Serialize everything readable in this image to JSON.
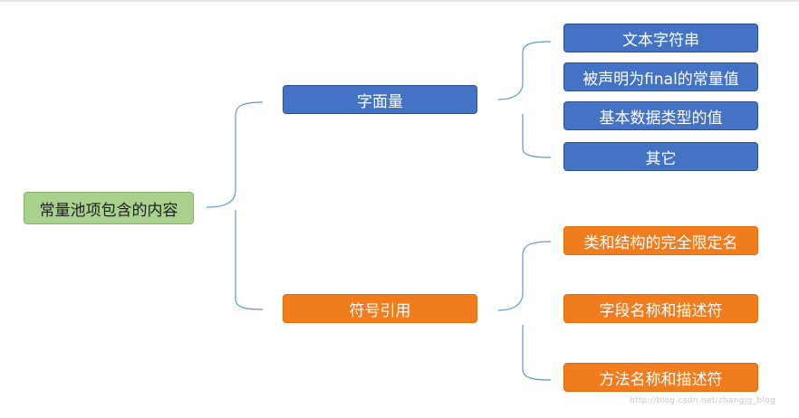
{
  "diagram": {
    "root": {
      "label": "常量池项包含的内容"
    },
    "branches": [
      {
        "label": "字面量",
        "color": "#4472c4",
        "children": [
          "文本字符串",
          "被声明为final的常量值",
          "基本数据类型的值",
          "其它"
        ]
      },
      {
        "label": "符号引用",
        "color": "#f07c1e",
        "children": [
          "类和结构的完全限定名",
          "字段名称和描述符",
          "方法名称和描述符"
        ]
      }
    ],
    "connector_color": "#5b9bd5"
  },
  "watermark": "http://blog.csdn.net/zhangjg_blog"
}
